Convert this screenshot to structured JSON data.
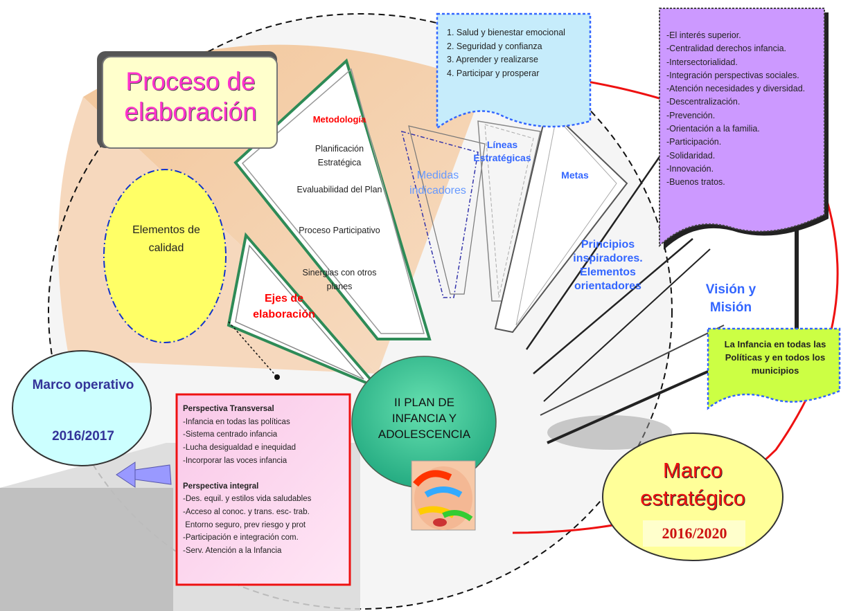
{
  "proceso": {
    "title": "Proceso de elaboración"
  },
  "metodologia": {
    "title": "Metodología",
    "items": [
      "Planificación Estratégica",
      "Evaluabilidad del Plan",
      "Proceso Participativo",
      "Sinergias con otros planes"
    ]
  },
  "ejes": {
    "label": "Ejes de elaboración"
  },
  "calidad": {
    "label": "Elementos de calidad"
  },
  "medidas": {
    "label": "Medidas indicadores"
  },
  "lineas": {
    "label": "Líneas Estratégicas"
  },
  "metas": {
    "label": "Metas"
  },
  "principios": {
    "label": "Principios inspiradores. Elementos orientadores"
  },
  "vision": {
    "label": "Visión y Misión"
  },
  "goals_box": {
    "items": [
      "1. Salud y bienestar emocional",
      "2. Seguridad y confianza",
      "3. Aprender y realizarse",
      "4. Participar y prosperar"
    ]
  },
  "principles_box": {
    "items": [
      "-El interés superior.",
      "-Centralidad derechos infancia.",
      "-Intersectorialidad.",
      "-Integración perspectivas sociales.",
      "-Atención necesidades y diversidad.",
      "-Descentralización.",
      "-Prevención.",
      "-Orientación a la familia.",
      "-Participación.",
      "-Solidaridad.",
      "-Innovación.",
      "-Buenos tratos."
    ]
  },
  "infancia_box": {
    "text": "La Infancia en todas las Políticas y en todos los municipios"
  },
  "plan": {
    "title": "II PLAN DE INFANCIA Y ADOLESCENCIA"
  },
  "marco_operativo": {
    "title": "Marco operativo",
    "years": "2016/2017"
  },
  "marco_estrategico": {
    "title": "Marco estratégico",
    "years": "2016/2020"
  },
  "perspectivas": {
    "transversal_title": "Perspectiva Transversal",
    "transversal_items": [
      "-Infancia en todas las políticas",
      "-Sistema centrado infancia",
      "-Lucha desigualdad e inequidad",
      "-Incorporar las voces infancia"
    ],
    "integral_title": "Perspectiva integral",
    "integral_items": [
      "-Des. equil. y estilos vida saludables",
      "-Acceso al conoc. y trans. esc- trab.",
      " Entorno seguro, prev riesgo y prot",
      "-Participación e integración com.",
      "-Serv. Atención a la Infancia"
    ]
  },
  "colors": {
    "green_frame": "#2e8b57",
    "red_text": "#ff0000",
    "blue_text": "#3366ff",
    "purple_box": "#cc99ff",
    "yellow_oval": "#ffff66",
    "teal_plan": "#33cc99"
  }
}
